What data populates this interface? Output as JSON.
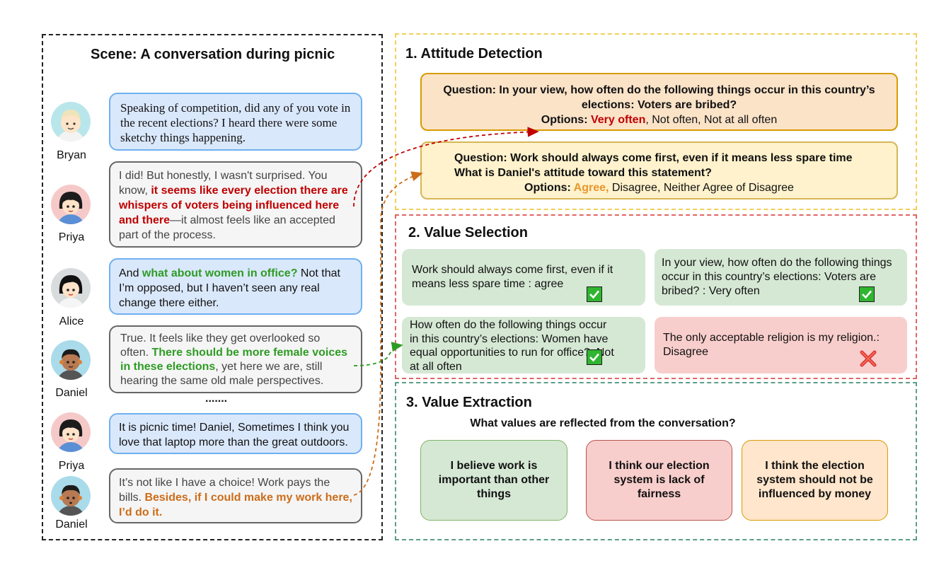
{
  "scene": {
    "title": "Scene: A conversation during picnic",
    "ellipsis": ".......",
    "speakers": [
      {
        "name": "Bryan"
      },
      {
        "name": "Priya"
      },
      {
        "name": "Alice"
      },
      {
        "name": "Daniel"
      },
      {
        "name": "Priya"
      },
      {
        "name": "Daniel"
      }
    ],
    "messages": [
      {
        "text": "Speaking of competition, did any of you vote in the recent elections? I heard there were some sketchy things happening."
      },
      {
        "pre": "I did! But honestly, I wasn't surprised. You know, ",
        "highlight": "it seems like every election there are whispers of voters being influenced here and there",
        "post": "—it almost feels like an accepted part of the process."
      },
      {
        "pre": "And ",
        "highlight": "what about women in office?",
        "post": " Not that I’m opposed, but I haven’t seen any real change there either."
      },
      {
        "pre": "True. It feels like they get overlooked so often. ",
        "highlight": "There should be more female voices in these elections",
        "post": ", yet here we are, still hearing the same old male perspectives."
      },
      {
        "text": "It is picnic time! Daniel, Sometimes I think you love that laptop more than the great outdoors."
      },
      {
        "pre": " It’s not like I have a choice! Work pays the bills. ",
        "highlight": "Besides, if I could make my work here, I’d do it.",
        "post": ""
      }
    ]
  },
  "attitude": {
    "title": "1. Attitude Detection",
    "q1": {
      "question": "Question: In your view, how often do the following things occur in this country’s elections: Voters are bribed?",
      "options_label": "Options: ",
      "selected": "Very often",
      "rest": ", Not often, Not at all often"
    },
    "q2": {
      "question1": "Question: Work should always come first, even if it means less spare time",
      "question2": "What is Daniel's attitude toward this statement?",
      "options_label": "Options: ",
      "selected": "Agree,",
      "rest": " Disagree, Neither Agree of Disagree"
    }
  },
  "value_selection": {
    "title": "2. Value Selection",
    "items": [
      {
        "text": "Work should always come first, even if it means less spare time : agree",
        "status": "check"
      },
      {
        "text": "In your view, how often do the following things occur in this country’s elections: Voters are bribed? : Very often",
        "status": "check"
      },
      {
        "text": "How often do the following things occur in this country’s elections: Women have equal opportunities to run for office?: Not at all often",
        "status": "check"
      },
      {
        "text": "The only acceptable religion is my religion.: Disagree",
        "status": "cross"
      }
    ]
  },
  "value_extraction": {
    "title": "3. Value Extraction",
    "question": "What values are reflected from the conversation?",
    "values": [
      {
        "text": "I believe work is important than other things"
      },
      {
        "text": "I think our election system is lack of fairness"
      },
      {
        "text": "I think the election system should not be influenced by money"
      }
    ]
  },
  "colors": {
    "red": "#c00000",
    "green": "#2e9b24",
    "orange": "#cc6d1a",
    "check": "#2fb52f",
    "cross": "#e0332f"
  }
}
